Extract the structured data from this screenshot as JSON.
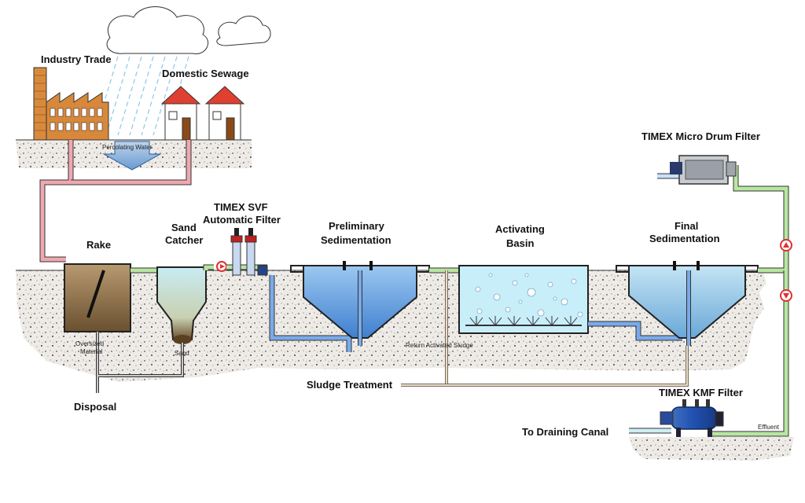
{
  "labels": {
    "industry": "Industry Trade",
    "domestic": "Domestic Sewage",
    "percolating": "Percolating Water",
    "rake": "Rake",
    "sand_catcher_1": "Sand",
    "sand_catcher_2": "Catcher",
    "svf_1": "TIMEX SVF",
    "svf_2": "Automatic Filter",
    "prelim_1": "Preliminary",
    "prelim_2": "Sedimentation",
    "activating_1": "Activating",
    "activating_2": "Basin",
    "final_1": "Final",
    "final_2": "Sedimentation",
    "micro_drum": "TIMEX Micro Drum Filter",
    "oversized_1": "Oversized",
    "oversized_2": "Material",
    "sand": "Sand",
    "return_sludge": "Return Activated Sludge",
    "sludge_treatment": "Sludge Treatment",
    "kmf": "TIMEX KMF Filter",
    "disposal": "Disposal",
    "draining": "To Draining Canal",
    "effluent": "Effluent"
  },
  "colors": {
    "sewage_pipe": "#e8a0a8",
    "clean_pipe": "#b8e6a0",
    "blue_pipe": "#6ea0e0",
    "sludge_pipe": "#d8c8b0",
    "soil": "#ece8e4",
    "raw_water": "#a08060",
    "tank_water": "#a8d8e8",
    "sed_water": "#70a8e0",
    "arrow_red": "#e03030"
  }
}
